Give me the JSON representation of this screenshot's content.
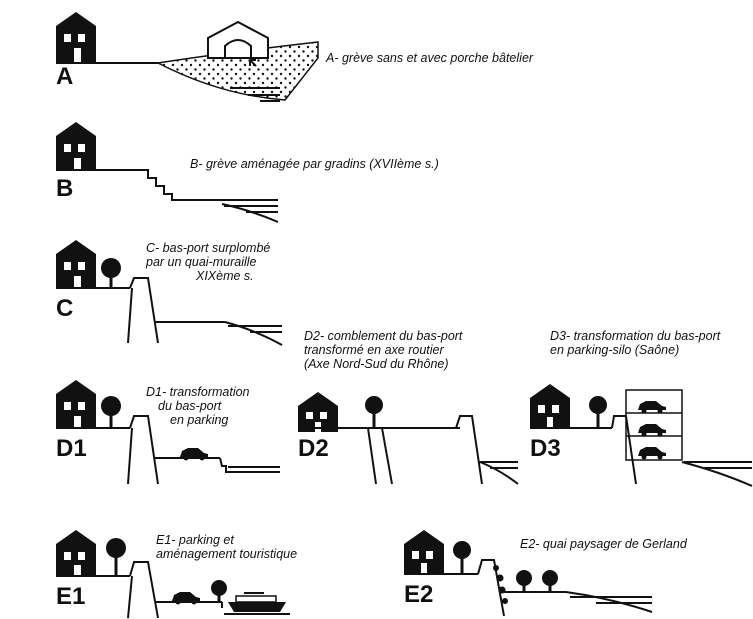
{
  "panels": [
    {
      "id": "A",
      "label": "A",
      "caption": [
        "A- grève sans et avec porche bâtelier"
      ]
    },
    {
      "id": "B",
      "label": "B",
      "caption": [
        "B- grève aménagée par gradins (XVIIème s.)"
      ]
    },
    {
      "id": "C",
      "label": "C",
      "caption": [
        "C-  bas-port surplombé",
        "par un quai-muraille",
        "XIXème s."
      ]
    },
    {
      "id": "D1",
      "label": "D1",
      "caption": [
        "D1-  transformation",
        "du bas-port",
        "en parking"
      ]
    },
    {
      "id": "D2",
      "label": "D2",
      "caption": [
        "D2-  comblement du bas-port",
        "transformé en axe routier",
        "(Axe Nord-Sud du Rhône)"
      ]
    },
    {
      "id": "D3",
      "label": "D3",
      "caption": [
        "D3- transformation  du bas-port",
        "en parking-silo (Saône)"
      ]
    },
    {
      "id": "E1",
      "label": "E1",
      "caption": [
        "E1-  parking et",
        "aménagement touristique"
      ]
    },
    {
      "id": "E2",
      "label": "E2",
      "caption": [
        "E2-  quai paysager de Gerland"
      ]
    }
  ],
  "colors": {
    "ink": "#111111",
    "background": "#ffffff"
  }
}
